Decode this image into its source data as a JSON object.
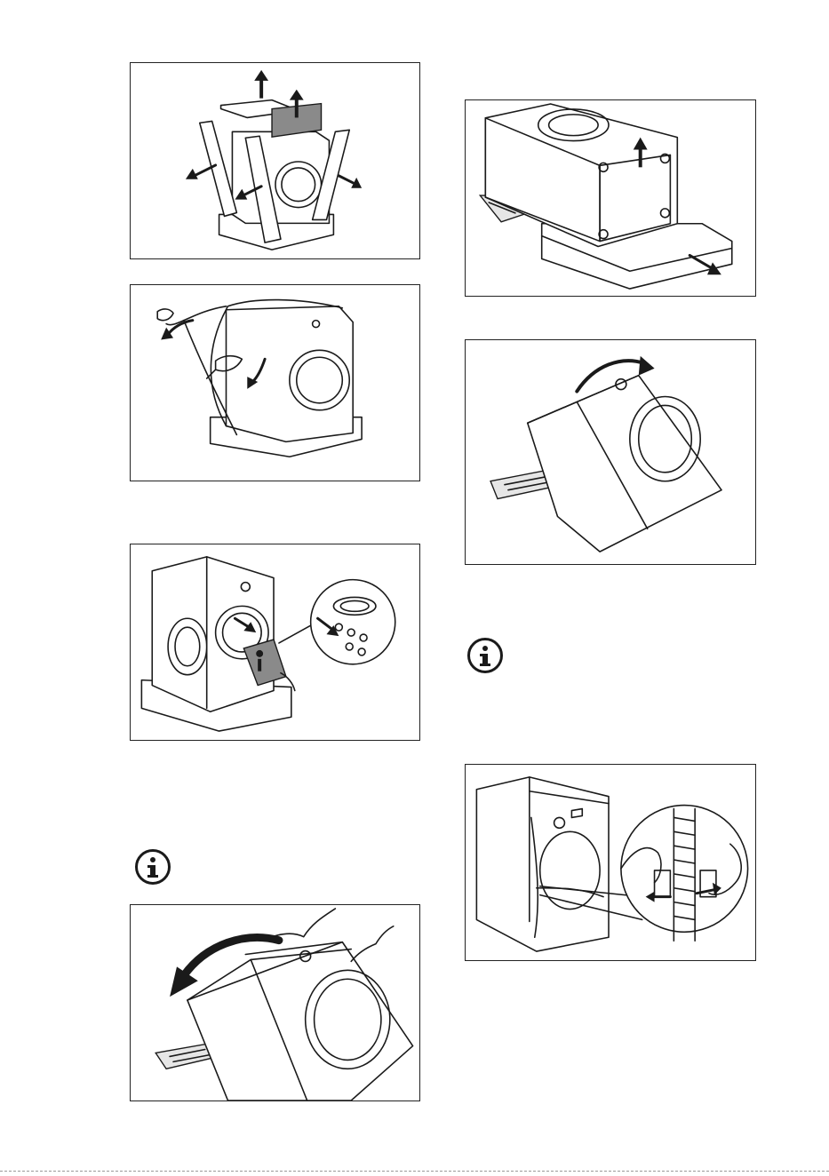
{
  "figures": [
    {
      "id": "remove-packaging-top",
      "icon": "unpack-illustration"
    },
    {
      "id": "remove-plastic-bag",
      "icon": "plastic-bag-illustration"
    },
    {
      "id": "remove-accessory-bag",
      "icon": "accessory-bag-illustration"
    },
    {
      "id": "tilt-appliance-back",
      "icon": "tilt-back-illustration"
    },
    {
      "id": "lift-polystyrene-base",
      "icon": "polystyrene-base-illustration"
    },
    {
      "id": "tilt-appliance-side",
      "icon": "tilt-side-illustration"
    },
    {
      "id": "remove-hose-clips",
      "icon": "hose-clip-illustration"
    }
  ],
  "info_icons": [
    {
      "id": "info-left",
      "icon": "info-icon"
    },
    {
      "id": "info-right",
      "icon": "info-icon"
    }
  ],
  "colors": {
    "line": "#1a1a1a",
    "shade": "#8a8a8a",
    "paper": "#ffffff"
  }
}
